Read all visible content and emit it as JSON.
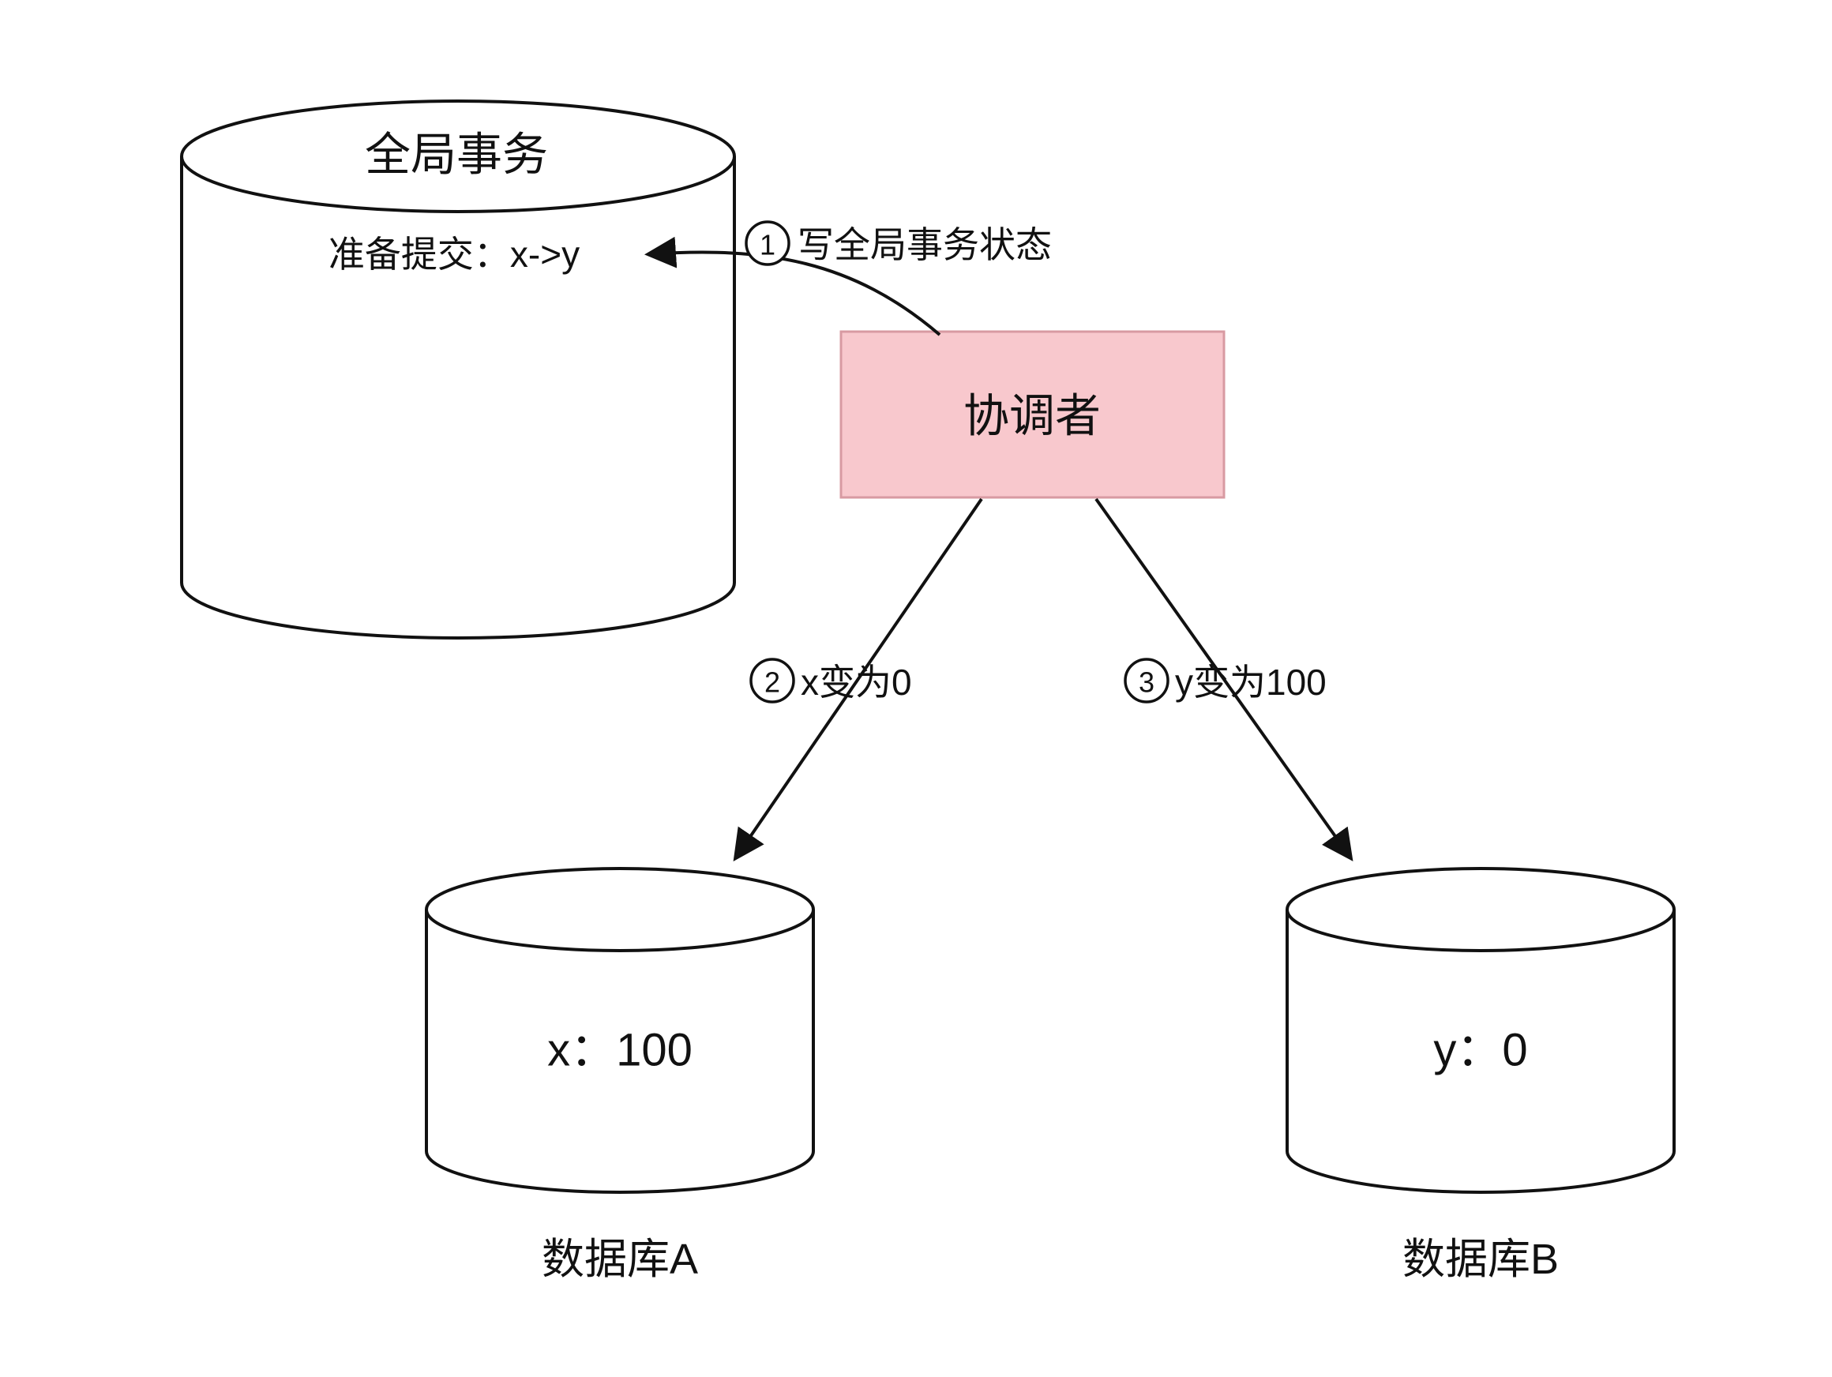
{
  "diagram": {
    "global_tx": {
      "title": "全局事务",
      "content": "准备提交：x->y"
    },
    "coordinator": {
      "label": "协调者"
    },
    "arrows": [
      {
        "num": "1",
        "label": "写全局事务状态"
      },
      {
        "num": "2",
        "label": "x变为0"
      },
      {
        "num": "3",
        "label": "y变为100"
      }
    ],
    "db_a": {
      "value": "x：100",
      "caption": "数据库A"
    },
    "db_b": {
      "value": "y：0",
      "caption": "数据库B"
    },
    "colors": {
      "coordinator_fill": "#f8c8cd",
      "coordinator_stroke": "#d89aa2",
      "stroke": "#111111"
    }
  }
}
